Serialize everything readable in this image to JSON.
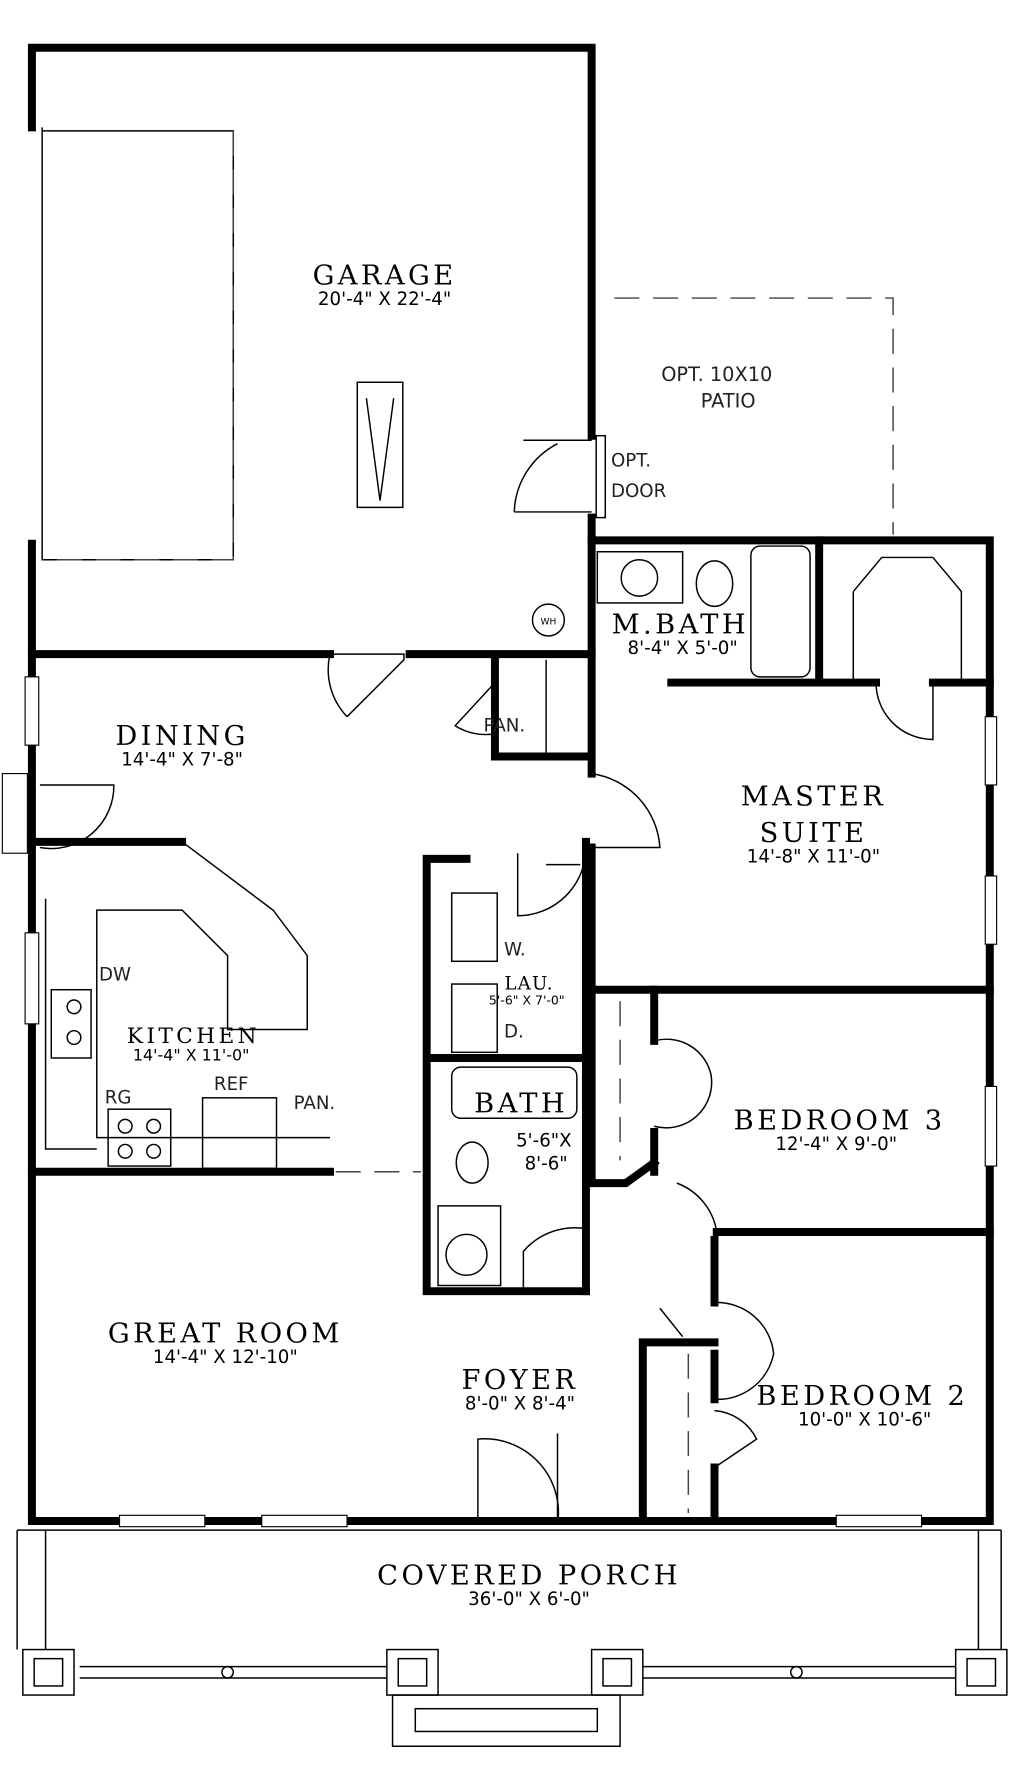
{
  "plan": {
    "rooms": [
      {
        "id": "garage",
        "name": "GARAGE",
        "dims": "20'-4\" X 22'-4\""
      },
      {
        "id": "dining",
        "name": "DINING",
        "dims": "14'-4\" X 7'-8\""
      },
      {
        "id": "kitchen",
        "name": "KITCHEN",
        "dims": "14'-4\" X 11'-0\""
      },
      {
        "id": "master_bath",
        "name": "M.BATH",
        "dims": "8'-4\" X 5'-0\""
      },
      {
        "id": "master_suite",
        "name": "MASTER",
        "name2": "SUITE",
        "dims": "14'-8\" X 11'-0\""
      },
      {
        "id": "laundry",
        "name": "LAU.",
        "dims": "5'-6\" X 7'-0\""
      },
      {
        "id": "bath",
        "name": "BATH",
        "dims": "5'-6\"X",
        "dims2": "8'-6\""
      },
      {
        "id": "bedroom3",
        "name": "BEDROOM 3",
        "dims": "12'-4\" X 9'-0\""
      },
      {
        "id": "great_room",
        "name": "GREAT ROOM",
        "dims": "14'-4\" X 12'-10\""
      },
      {
        "id": "foyer",
        "name": "FOYER",
        "dims": "8'-0\" X 8'-4\""
      },
      {
        "id": "bedroom2",
        "name": "BEDROOM 2",
        "dims": "10'-0\" X 10'-6\""
      },
      {
        "id": "porch",
        "name": "COVERED PORCH",
        "dims": "36'-0\" X 6'-0\""
      }
    ],
    "notes": {
      "patio1": "OPT. 10X10",
      "patio2": "PATIO",
      "door1": "OPT.",
      "door2": "DOOR",
      "wh": "WH",
      "pantry1": "PAN.",
      "pantry2": "PAN.",
      "dw": "DW",
      "rg": "RG",
      "ref": "REF",
      "w": "W.",
      "d": "D."
    }
  }
}
